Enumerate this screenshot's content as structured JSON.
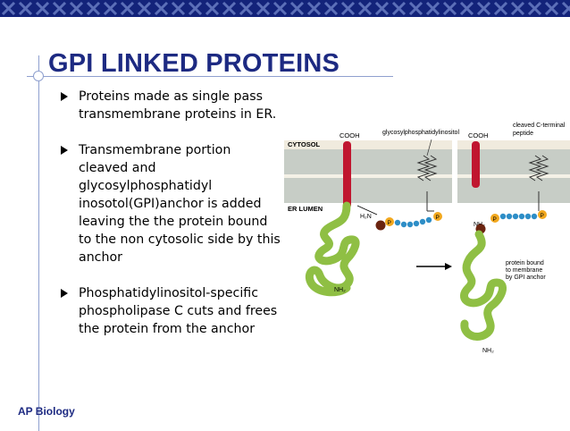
{
  "slide": {
    "title": "GPI LINKED PROTEINS",
    "bullets": [
      "Proteins made as single pass transmembrane proteins in ER.",
      "Transmembrane portion cleaved and glycosylphosphatidyl inosotol(GPI)anchor is added leaving the the protein bound to the non cytosolic side by this anchor",
      "Phosphatidylinositol-specific phospholipase C cuts and frees the protein from the anchor"
    ],
    "footer": "AP Biology"
  },
  "figure": {
    "cytosol_label": "CYTOSOL",
    "er_lumen_label": "ER LUMEN",
    "cooh_left": "COOH",
    "cooh_right": "COOH",
    "gpi_label": "glycosylphosphatidylinositol",
    "cleaved_label_1": "cleaved C-terminal",
    "cleaved_label_2": "peptide",
    "h2n_label": "H₂N",
    "nh2_center": "NH₂",
    "nh2_left": "NH₂",
    "nh2_right": "NH₂",
    "p_label": "P",
    "bound_label_1": "protein bound",
    "bound_label_2": "to membrane",
    "bound_label_3": "by GPI anchor",
    "colors": {
      "membrane": "#c7cdc6",
      "cytosol_band": "#f0ebde",
      "protein_green": "#8fbf44",
      "tm_red": "#c0162f",
      "phosphate": "#f2a81e",
      "sugar_blue": "#2e8ec7",
      "anchor_brown": "#6b2410",
      "title": "#1d2a82"
    }
  }
}
